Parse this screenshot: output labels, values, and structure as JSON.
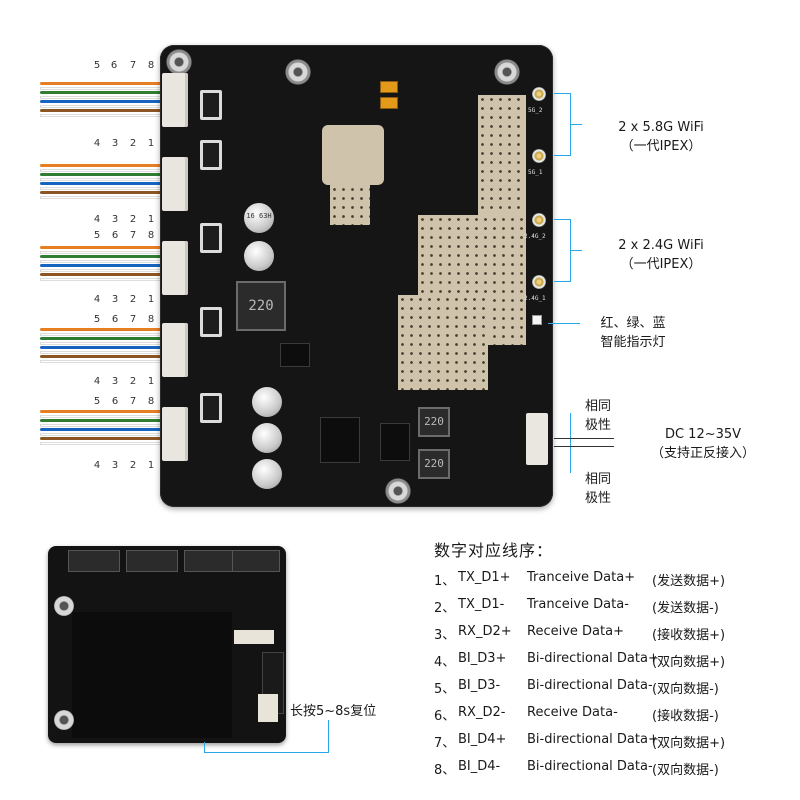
{
  "pin_numbers": {
    "group1_top": [
      "5",
      "6",
      "7",
      "8"
    ],
    "group_row_a": [
      "4",
      "3",
      "2",
      "1"
    ],
    "group_row_b": [
      "5",
      "6",
      "7",
      "8"
    ]
  },
  "board_labels": {
    "ipex_5g_2": "5G_2",
    "ipex_5g_1": "5G_1",
    "ipex_24g_2": "2.4G_2",
    "ipex_24g_1": "2.4G_1",
    "inductor_220": "220",
    "inductor_220b": "220",
    "inductor_220c": "220",
    "cap_label": "16 63H"
  },
  "annotations": {
    "wifi_58": "2 x 5.8G WiFi",
    "wifi_58_sub": "（一代IPEX）",
    "wifi_24": "2 x 2.4G WiFi",
    "wifi_24_sub": "（一代IPEX）",
    "led_line1": "红、绿、蓝",
    "led_line2": "智能指示灯",
    "polarity_top_1": "相同",
    "polarity_top_2": "极性",
    "polarity_bottom_1": "相同",
    "polarity_bottom_2": "极性",
    "dc": "DC 12~35V",
    "dc_sub": "（支持正反接入）",
    "reset": "长按5~8s复位"
  },
  "pin_list": {
    "title": "数字对应线序：",
    "rows": [
      {
        "num": "1、",
        "signal": "TX_D1+",
        "desc": "Tranceive Data+",
        "cn": "(发送数据+)"
      },
      {
        "num": "2、",
        "signal": "TX_D1-",
        "desc": "Tranceive Data-",
        "cn": "(发送数据-)"
      },
      {
        "num": "3、",
        "signal": "RX_D2+",
        "desc": "Receive Data+",
        "cn": "(接收数据+)"
      },
      {
        "num": "4、",
        "signal": "BI_D3+",
        "desc": "Bi-directional Data+",
        "cn": "(双向数据+)"
      },
      {
        "num": "5、",
        "signal": "BI_D3-",
        "desc": "Bi-directional Data-",
        "cn": "(双向数据-)"
      },
      {
        "num": "6、",
        "signal": "RX_D2-",
        "desc": "Receive Data-",
        "cn": "(接收数据-)"
      },
      {
        "num": "7、",
        "signal": "BI_D4+",
        "desc": "Bi-directional Data+",
        "cn": "(双向数据+)"
      },
      {
        "num": "8、",
        "signal": "BI_D4-",
        "desc": "Bi-directional Data-",
        "cn": "(双向数据-)"
      }
    ]
  },
  "colors": {
    "accent_line": "#2aa7e6",
    "board": "#151515",
    "copper": "#cfc4ab",
    "wires": [
      "#e67e22",
      "#ffffff",
      "#2e7d32",
      "#ffffff",
      "#1565c0",
      "#ffffff",
      "#8d5524",
      "#ffffff"
    ]
  }
}
